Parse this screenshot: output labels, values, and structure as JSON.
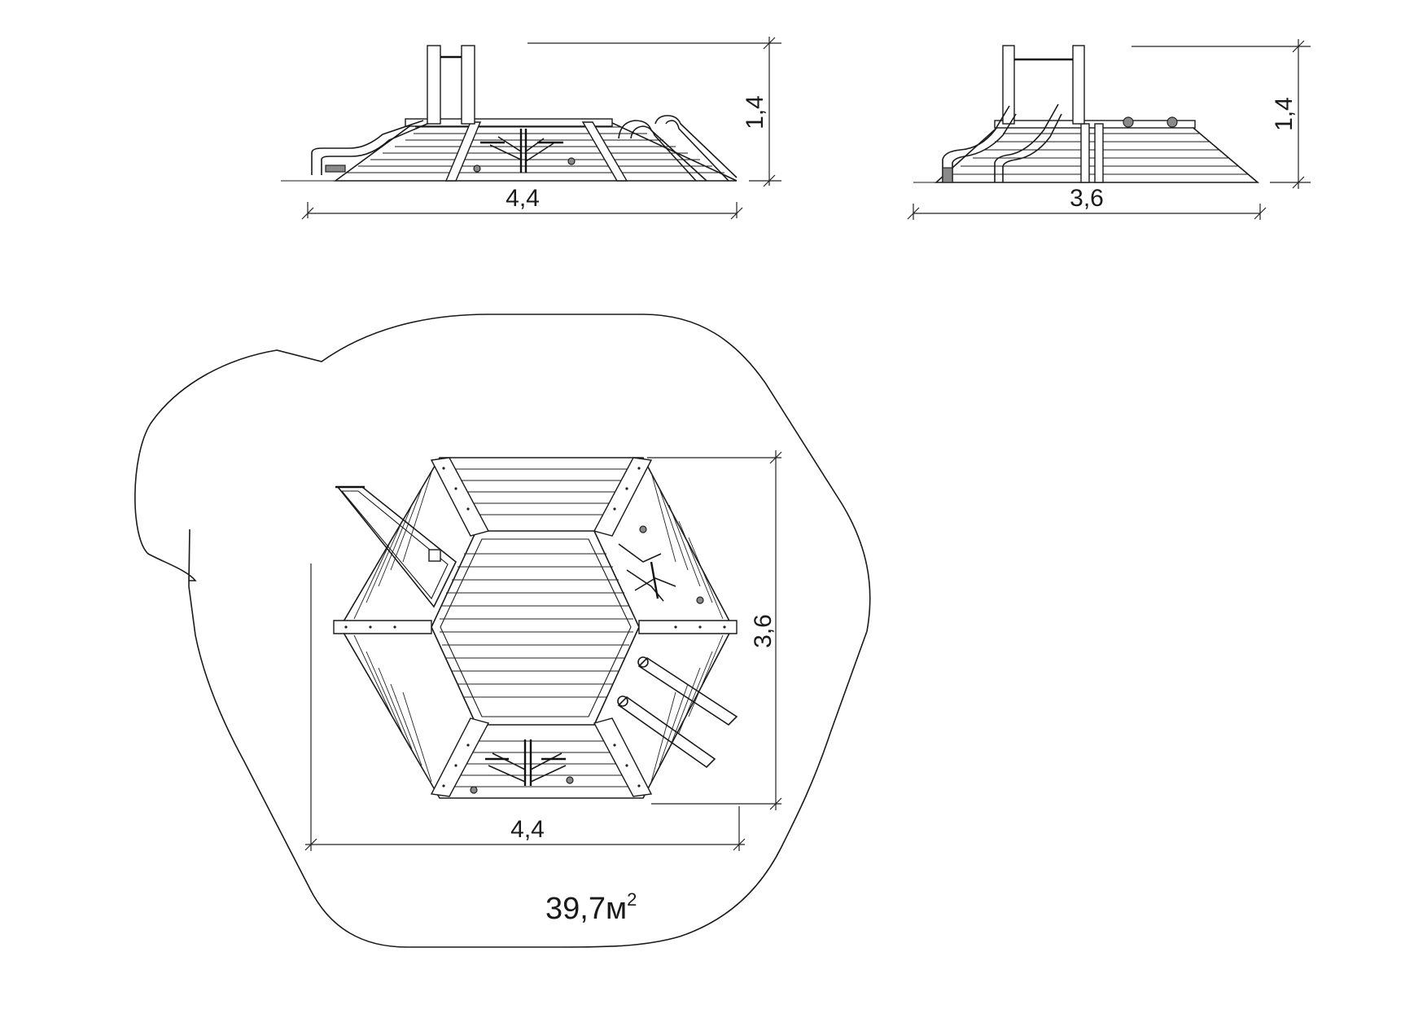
{
  "side_view": {
    "width_label": "4,4",
    "height_label": "1,4"
  },
  "front_view": {
    "width_label": "3,6",
    "height_label": "1,4"
  },
  "plan_view": {
    "width_label": "4,4",
    "depth_label": "3,6"
  },
  "area": {
    "value": "39,7м",
    "superscript": "2"
  }
}
